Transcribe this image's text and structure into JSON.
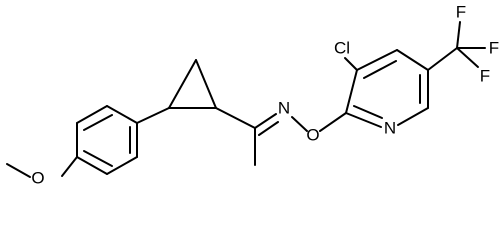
{
  "molecule": {
    "atom_labels": {
      "chlorine": "Cl",
      "oxime_nitrogen": "N",
      "ether_oxygen": "O",
      "pyridine_nitrogen": "N",
      "methoxy_oxygen": "O",
      "fluorine_top": "F",
      "fluorine_right": "F",
      "fluorine_bottom": "F"
    },
    "colors": {
      "bond": "#000000",
      "text": "#000000",
      "background": "#ffffff"
    }
  }
}
